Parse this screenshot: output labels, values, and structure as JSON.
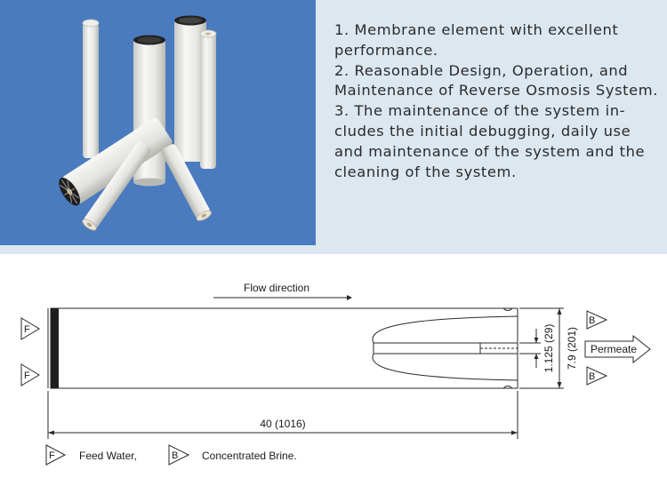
{
  "description": {
    "point1": "1. Membrane element with excellent performance.",
    "point2": "2. Reasonable Design, Operation, and Maintenance of  Reverse Osmosis System.",
    "point3": "3. The maintenance of the system in-\ncludes the initial debugging, daily use and maintenance of the system and the cleaning of the system."
  },
  "diagram": {
    "flow_direction": "Flow direction",
    "length_label": "40 (1016)",
    "diameter_label": "7.9 (201)",
    "tube_label": "1.125 (29)",
    "permeate_label": "Permeate",
    "feed_symbol": "F",
    "brine_symbol": "B",
    "legend": {
      "feed_symbol": "F",
      "feed_label": "Feed Water,",
      "brine_symbol": "B",
      "brine_label": "Concentrated Brine."
    }
  },
  "colors": {
    "photo_background": "#4a7bbf",
    "text_panel_background": "#dce7f0",
    "membrane_white": "#f4f4f2",
    "end_cap_dark": "#1e1e1e"
  }
}
